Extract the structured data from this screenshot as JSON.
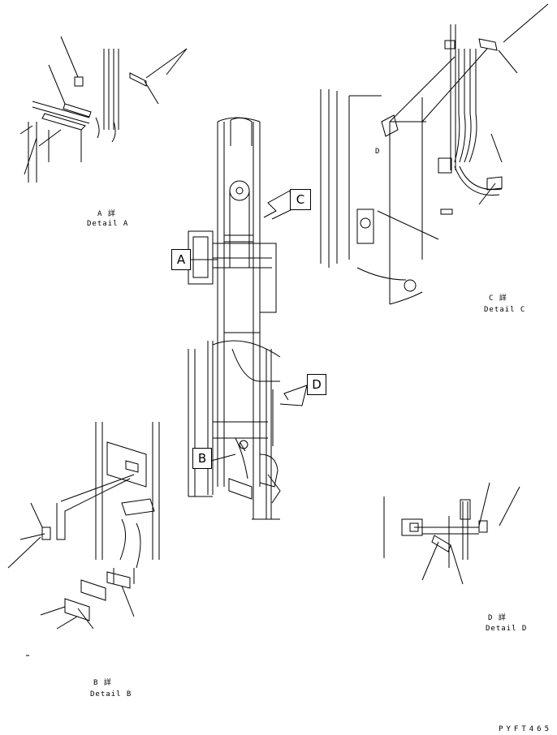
{
  "callouts": {
    "a": "A",
    "b": "B",
    "c": "C",
    "d": "D"
  },
  "details": {
    "a": {
      "mark": "A 詳",
      "caption": "Detail A"
    },
    "b": {
      "mark": "B 詳",
      "caption": "Detail B"
    },
    "c": {
      "mark": "C 詳",
      "caption": "Detail C"
    },
    "d": {
      "mark": "D 詳",
      "caption": "Detail D"
    }
  },
  "panel_d_letter": "D",
  "drawing_code": "PYFT465"
}
